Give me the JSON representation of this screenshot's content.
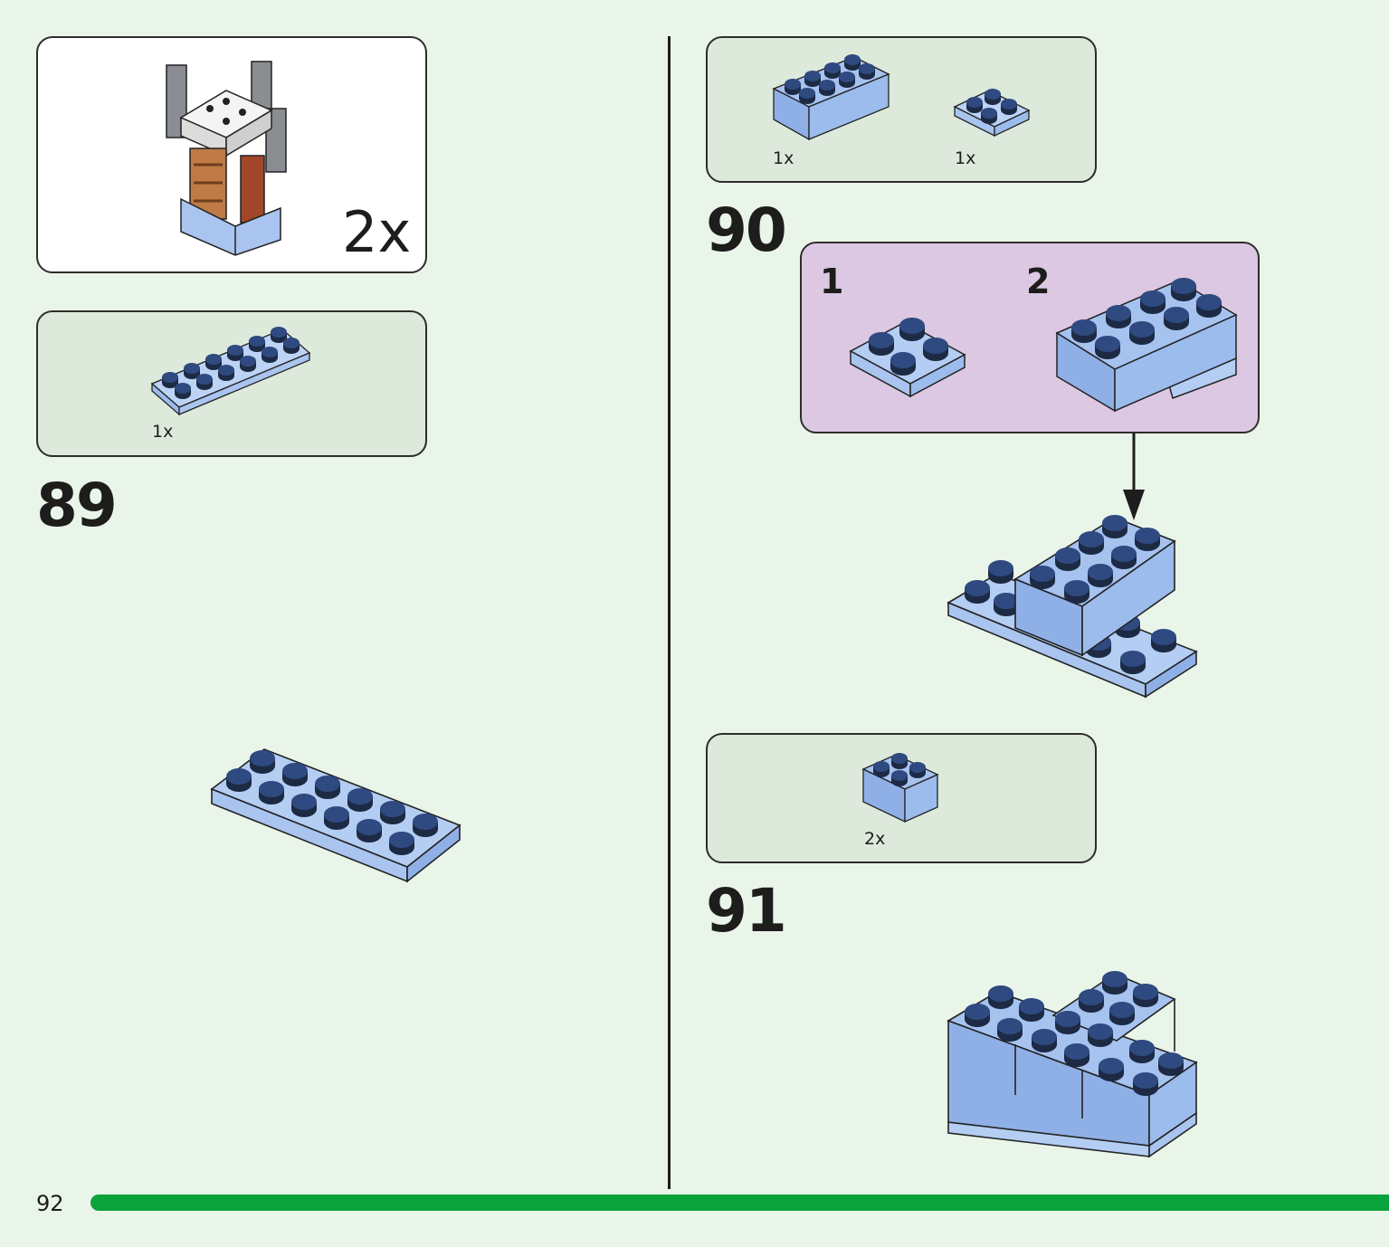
{
  "page_number": "92",
  "callout": {
    "multiplier": "2x"
  },
  "steps": [
    {
      "number": "89",
      "parts": [
        {
          "qty": "1x",
          "icon": "light-blue-plate-2x6-icon"
        }
      ]
    },
    {
      "number": "90",
      "parts": [
        {
          "qty": "1x",
          "icon": "light-blue-brick-2x4-icon"
        },
        {
          "qty": "1x",
          "icon": "light-blue-plate-2x2-icon"
        }
      ],
      "substeps": [
        {
          "label": "1"
        },
        {
          "label": "2"
        }
      ]
    },
    {
      "number": "91",
      "parts": [
        {
          "qty": "2x",
          "icon": "light-blue-brick-2x2-icon"
        }
      ]
    }
  ],
  "colors": {
    "brick": "#9bbcec",
    "plate": "#b4cdf3",
    "stud": "#243a67",
    "accent_bar": "#0aa33b",
    "background": "#eaf5ea"
  }
}
